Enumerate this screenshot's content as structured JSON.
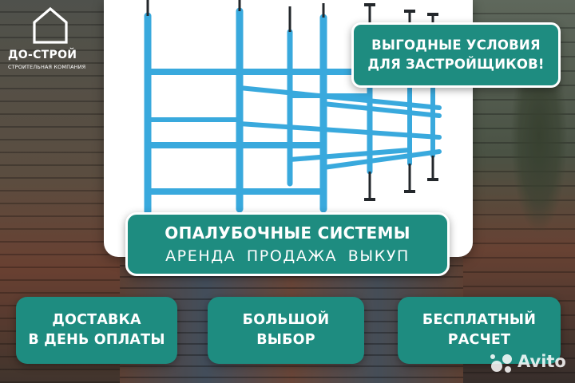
{
  "colors": {
    "accent_teal": "#1e8c80",
    "scaffold_blue": "#39a9dd",
    "card_border": "#ffffff",
    "text": "#ffffff"
  },
  "logo": {
    "icon": "house-outline-icon",
    "name": "ДО-СТРОЙ",
    "subtitle": "СТРОИТЕЛЬНАЯ КОМПАНИЯ"
  },
  "photo": {
    "subject": "scaffold-image"
  },
  "promo": {
    "line1": "ВЫГОДНЫЕ УСЛОВИЯ",
    "line2": "ДЛЯ ЗАСТРОЙЩИКОВ!"
  },
  "headline": {
    "title": "ОПАЛУБОЧНЫЕ СИСТЕМЫ",
    "subtitle": "АРЕНДА  ПРОДАЖА  ВЫКУП"
  },
  "features": [
    {
      "line1": "ДОСТАВКА",
      "line2": "В ДЕНЬ ОПЛАТЫ"
    },
    {
      "line1": "БОЛЬШОЙ",
      "line2": "ВЫБОР"
    },
    {
      "line1": "БЕСПЛАТНЫЙ",
      "line2": "РАСЧЕТ"
    }
  ],
  "watermark": {
    "icon": "avito-dots-icon",
    "text": "Avito"
  }
}
